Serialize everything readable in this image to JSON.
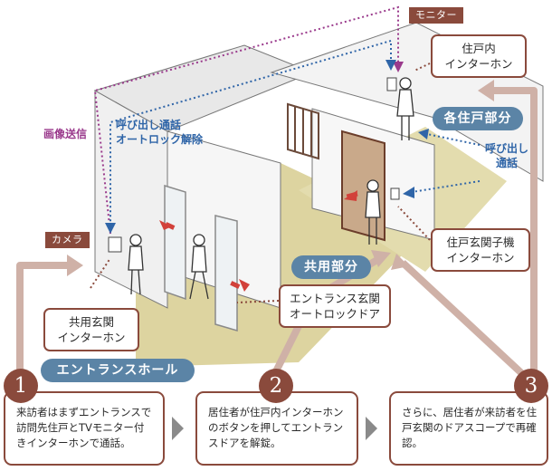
{
  "tags": {
    "monitor": "モニター",
    "camera": "カメラ"
  },
  "signals": {
    "image_transmission": "画像送信",
    "call_unlock_line1": "呼び出し通話",
    "call_unlock_line2": "オートロック解除",
    "call_line1": "呼び出し",
    "call_line2": "通話"
  },
  "callouts": {
    "in_unit_intercom": [
      "住戸内",
      "インターホン"
    ],
    "entrance_intercom": [
      "住戸玄関子機",
      "インターホン"
    ],
    "shared_intercom": [
      "共用玄関",
      "インターホン"
    ],
    "autolock_door": [
      "エントランス玄関",
      "オートロックドア"
    ]
  },
  "zones": {
    "unit": "各住戸部分",
    "shared": "共用部分",
    "hall": "エントランスホール"
  },
  "steps": [
    {
      "number": "1",
      "text": "来訪者はまずエントランスで訪問先住戸とTVモニター付きインターホンで通話。"
    },
    {
      "number": "2",
      "text": "居住者が住戸内インターホンのボタンを押してエントランスドアを解錠。"
    },
    {
      "number": "3",
      "text": "さらに、居住者が来訪者を住戸玄関のドアスコープで再確認。"
    }
  ],
  "colors": {
    "accent_brown": "#8a4a3c",
    "flow_arrow": "#cfb1a7",
    "zone_blue": "#5b84a6",
    "signal_blue": "#2f65a8",
    "signal_purple": "#9a3a8c",
    "motion_red": "#d2413a",
    "floor": "#ddd4a0"
  }
}
